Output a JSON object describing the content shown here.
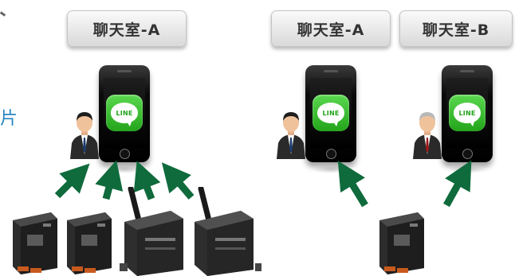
{
  "diagram": {
    "left_group": {
      "room_label": "聊天室-A",
      "person": "man-dark-hair-icon",
      "sources": [
        "io-controller",
        "io-controller",
        "wireless-router",
        "wireless-router"
      ]
    },
    "right_group": {
      "rooms": [
        {
          "room_label": "聊天室-A",
          "person": "man-dark-hair-icon"
        },
        {
          "room_label": "聊天室-B",
          "person": "man-gray-hair-icon"
        }
      ],
      "source": "io-controller"
    },
    "app_icon_text": "LINE",
    "edge_fragment_text": "片",
    "colors": {
      "arrow": "#0f6b3c",
      "line_green": "#2fb325",
      "edge_text": "#2a86c2"
    }
  }
}
